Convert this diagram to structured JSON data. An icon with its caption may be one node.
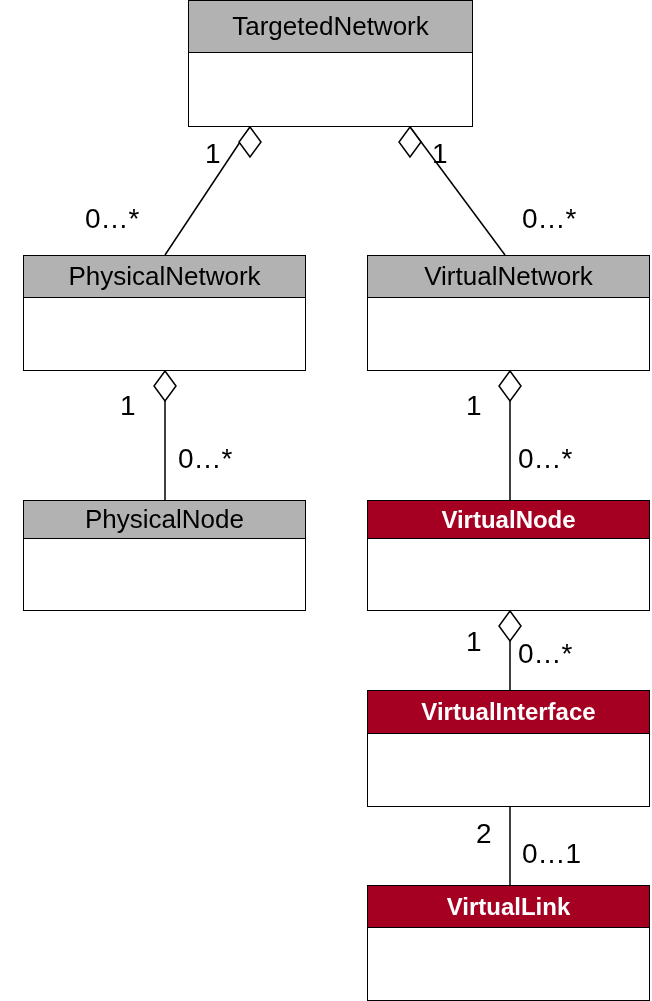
{
  "diagram": {
    "nodes": [
      {
        "text": [
          "TargetedNetwork"
        ]
      },
      {
        "text": [
          "PhysicalNetwork"
        ]
      },
      {
        "text": [
          "VirtualNetwork"
        ]
      },
      {
        "text": [
          "PhysicalNode"
        ]
      },
      {
        "text": [
          "VirtualNode"
        ]
      },
      {
        "text": [
          "VirtualInterface"
        ]
      },
      {
        "text": [
          "VirtualLink"
        ]
      }
    ],
    "edges": [
      {
        "from": 0,
        "to": 1,
        "arrow": "other"
      },
      {
        "from": 0,
        "to": 2,
        "arrow": "other"
      },
      {
        "from": 1,
        "to": 3,
        "arrow": "other"
      },
      {
        "from": 2,
        "to": 4,
        "arrow": "other"
      },
      {
        "from": 4,
        "to": 5,
        "arrow": "other"
      },
      {
        "from": 5,
        "to": 6,
        "arrow": "none"
      }
    ],
    "labels": [
      "1",
      "1",
      "0…*",
      "0…*",
      "1",
      "1",
      "0…*",
      "0…*",
      "1",
      "0…*",
      "2",
      "0…1"
    ]
  }
}
